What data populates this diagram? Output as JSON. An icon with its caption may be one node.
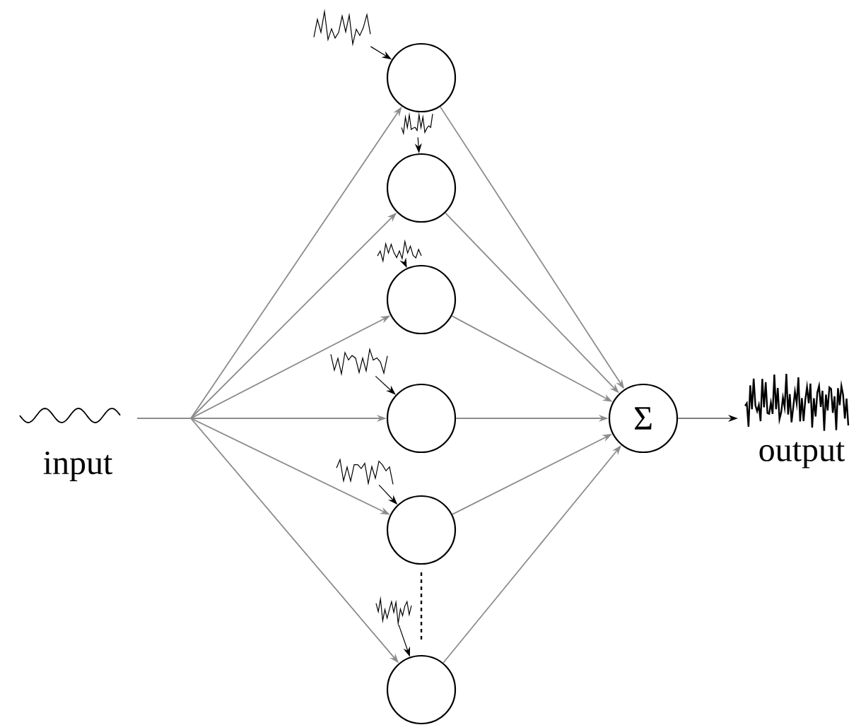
{
  "diagram": {
    "nodes": [
      {
        "text": [
          "input"
        ]
      },
      {
        "text": [],
        "shape": "circle"
      },
      {
        "text": [],
        "shape": "circle"
      },
      {
        "text": [],
        "shape": "circle"
      },
      {
        "text": [],
        "shape": "circle"
      },
      {
        "text": [],
        "shape": "circle"
      },
      {
        "text": [],
        "shape": "circle"
      },
      {
        "text": [],
        "shape": "picture"
      },
      {
        "text": [],
        "shape": "picture"
      },
      {
        "text": [],
        "shape": "picture"
      },
      {
        "text": [],
        "shape": "picture"
      },
      {
        "text": [],
        "shape": "picture"
      },
      {
        "text": [],
        "shape": "picture"
      },
      {
        "text": [
          "Σ"
        ]
      },
      {
        "text": [
          "output"
        ]
      }
    ],
    "edges": [
      {
        "from": 0,
        "to": 1,
        "arrow": "to"
      },
      {
        "from": 0,
        "to": 2,
        "arrow": "to"
      },
      {
        "from": 0,
        "to": 3,
        "arrow": "to"
      },
      {
        "from": 0,
        "to": 4,
        "arrow": "to"
      },
      {
        "from": 0,
        "to": 5,
        "arrow": "to"
      },
      {
        "from": 0,
        "to": 6,
        "arrow": "to"
      },
      {
        "from": 7,
        "to": 1,
        "arrow": "to",
        "color": "#000000"
      },
      {
        "from": 8,
        "to": 2,
        "arrow": "to",
        "color": "#000000"
      },
      {
        "from": 9,
        "to": 3,
        "arrow": "to",
        "color": "#000000"
      },
      {
        "from": 10,
        "to": 4,
        "arrow": "to",
        "color": "#000000"
      },
      {
        "from": 11,
        "to": 5,
        "arrow": "to",
        "color": "#000000"
      },
      {
        "from": 12,
        "to": 6,
        "arrow": "to",
        "color": "#000000"
      },
      {
        "from": 1,
        "to": 13,
        "arrow": "to"
      },
      {
        "from": 2,
        "to": 13,
        "arrow": "to"
      },
      {
        "from": 3,
        "to": 13,
        "arrow": "to"
      },
      {
        "from": 4,
        "to": 13,
        "arrow": "to"
      },
      {
        "from": 5,
        "to": 13,
        "arrow": "to"
      },
      {
        "from": 6,
        "to": 13,
        "arrow": "to"
      },
      {
        "from": 13,
        "to": 14,
        "arrow": "to",
        "color": "#000000"
      }
    ]
  }
}
